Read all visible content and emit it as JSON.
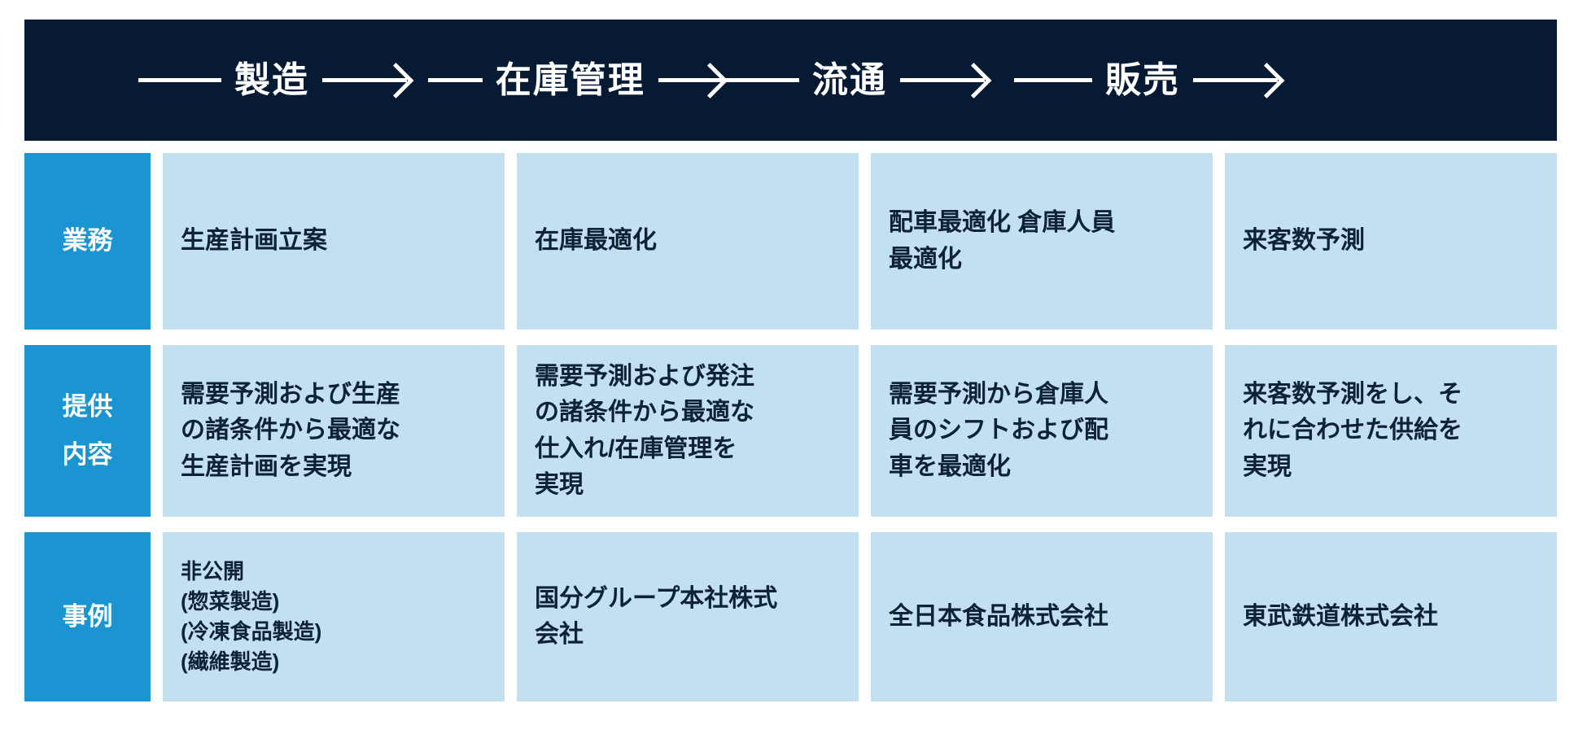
{
  "flow": {
    "stages": [
      {
        "label": "製造",
        "lead_icon": "horizontal-line",
        "tail_icon": "right-arrow"
      },
      {
        "label": "在庫管理",
        "lead_icon": "horizontal-line",
        "tail_icon": "right-arrow"
      },
      {
        "label": "流通",
        "lead_icon": "horizontal-line",
        "tail_icon": "right-arrow"
      },
      {
        "label": "販売",
        "lead_icon": "horizontal-line",
        "tail_icon": "right-arrow"
      }
    ]
  },
  "matrix": {
    "rows": [
      {
        "label_lines": [
          "業務"
        ],
        "cells": [
          {
            "lines": [
              "生産計画立案"
            ]
          },
          {
            "lines": [
              "在庫最適化"
            ]
          },
          {
            "lines": [
              "配車最適化 倉庫人員",
              "最適化"
            ]
          },
          {
            "lines": [
              "来客数予測"
            ]
          }
        ]
      },
      {
        "label_lines": [
          "提供",
          "内容"
        ],
        "cells": [
          {
            "lines": [
              "需要予測および生産",
              "の諸条件から最適な",
              "生産計画を実現"
            ]
          },
          {
            "lines": [
              "需要予測および発注",
              "の諸条件から最適な",
              "仕入れ/在庫管理を",
              "実現"
            ]
          },
          {
            "lines": [
              "需要予測から倉庫人",
              "員のシフトおよび配",
              "車を最適化"
            ]
          },
          {
            "lines": [
              "来客数予測をし、そ",
              "れに合わせた供給を",
              "実現"
            ]
          }
        ]
      },
      {
        "label_lines": [
          "事例"
        ],
        "cells": [
          {
            "small": true,
            "lines": [
              "非公開",
              "(惣菜製造)",
              "(冷凍食品製造)",
              "(繊維製造)"
            ]
          },
          {
            "lines": [
              "国分グループ本社株式",
              "会社"
            ]
          },
          {
            "lines": [
              "全日本食品株式会社"
            ]
          },
          {
            "lines": [
              "東武鉄道株式会社"
            ]
          }
        ]
      }
    ]
  },
  "colors": {
    "header_bg": "#061B33",
    "label_bg": "#1B95D1",
    "cell_bg": "#C2E0F0",
    "text_dark": "#0D2236",
    "text_light": "#FFFFFF",
    "page_bg": "#FFFFFF"
  }
}
